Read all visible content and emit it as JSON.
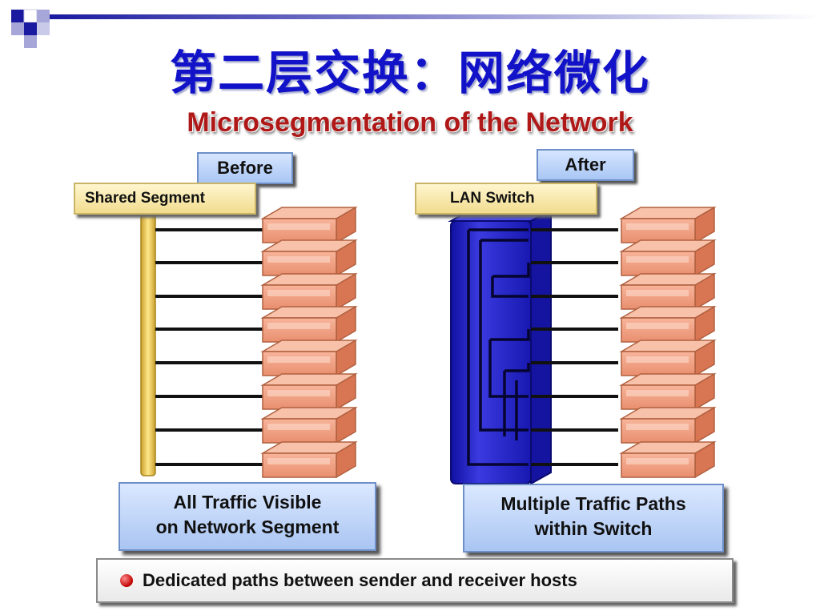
{
  "title": "第二层交换：网络微化",
  "subtitle": "Microsegmentation of the Network",
  "before": {
    "tag": "Before",
    "segment_label": "Shared Segment",
    "caption_line1": "All Traffic Visible",
    "caption_line2": "on Network Segment"
  },
  "after": {
    "tag": "After",
    "switch_label": "LAN Switch",
    "caption_line1": "Multiple Traffic Paths",
    "caption_line2": "within Switch"
  },
  "footer": {
    "note": "Dedicated paths between sender and receiver hosts"
  },
  "colors": {
    "title": "#1212c8",
    "subtitle": "#b01818",
    "host_block": "#f0a486",
    "switch": "#2020c0",
    "shared_bus": "#f0c850"
  }
}
